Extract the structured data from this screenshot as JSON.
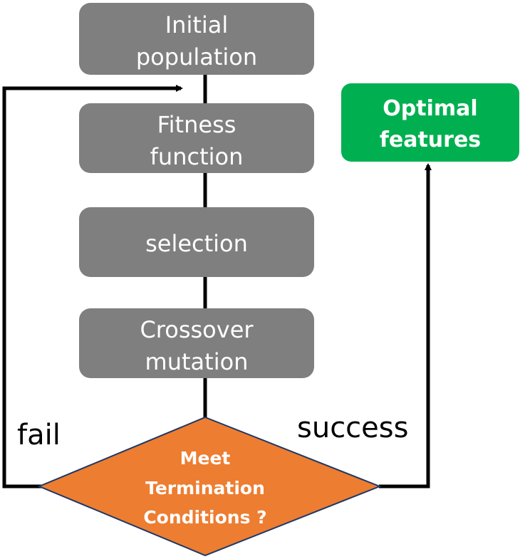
{
  "colors": {
    "step_box": "#7f7f7f",
    "decision": "#ed7d31",
    "output": "#00b050",
    "line": "#000000",
    "text_light": "#ffffff"
  },
  "steps": [
    {
      "line1": "Initial",
      "line2": "population"
    },
    {
      "line1": "Fitness",
      "line2": "function"
    },
    {
      "line1": "selection",
      "line2": ""
    },
    {
      "line1": "Crossover",
      "line2": "mutation"
    }
  ],
  "decision": {
    "line1": "Meet",
    "line2": "Termination",
    "line3": "Conditions ?"
  },
  "output": {
    "line1": "Optimal",
    "line2": "features"
  },
  "edges": {
    "fail": "fail",
    "success": "success"
  }
}
